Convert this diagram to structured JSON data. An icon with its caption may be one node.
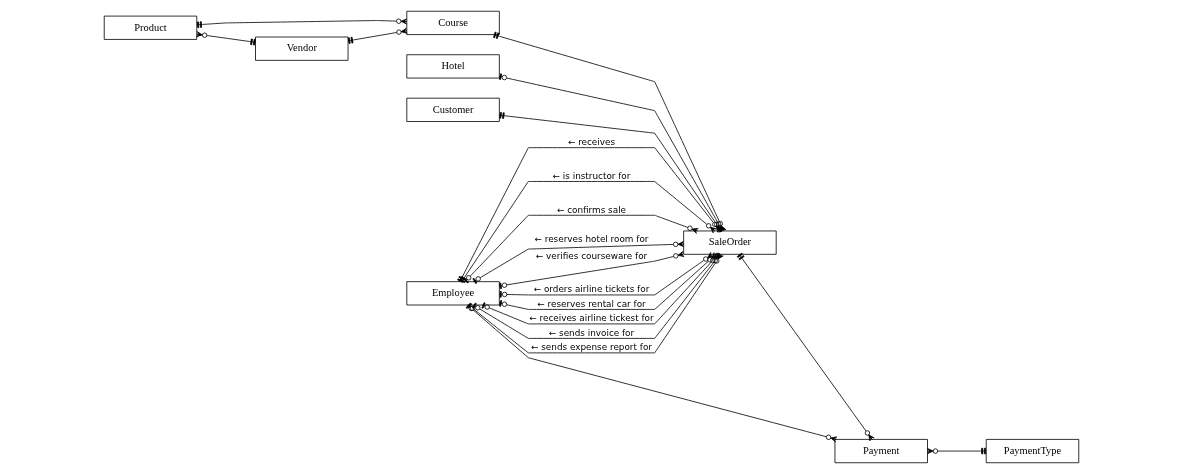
{
  "diagram": {
    "nodes": [
      {
        "text": [
          "Product"
        ]
      },
      {
        "text": [
          "Course"
        ]
      },
      {
        "text": [
          "Hotel"
        ]
      },
      {
        "text": [
          "Customer"
        ]
      },
      {
        "text": [
          "Vendor"
        ]
      },
      {
        "text": [
          "SaleOrder"
        ]
      },
      {
        "text": [
          "Employee"
        ]
      },
      {
        "text": [
          "Payment"
        ]
      },
      {
        "text": [
          "PaymentType"
        ]
      }
    ],
    "edges": [
      {
        "from": 0,
        "to": 1,
        "arrow": "other"
      },
      {
        "from": 0,
        "to": 4,
        "arrow": "other"
      },
      {
        "from": 4,
        "to": 1,
        "arrow": "other"
      },
      {
        "from": 1,
        "to": 5,
        "arrow": "other"
      },
      {
        "from": 2,
        "to": 5,
        "arrow": "other"
      },
      {
        "from": 3,
        "to": 5,
        "arrow": "other"
      },
      {
        "from": 6,
        "to": 5,
        "arrow": "other",
        "label": "← receives"
      },
      {
        "from": 6,
        "to": 5,
        "arrow": "other",
        "label": "← is instructor for"
      },
      {
        "from": 6,
        "to": 5,
        "arrow": "other",
        "label": "← confirms sale"
      },
      {
        "from": 6,
        "to": 5,
        "arrow": "other",
        "label": "← reserves hotel room for"
      },
      {
        "from": 6,
        "to": 5,
        "arrow": "other",
        "label": "← verifies courseware for"
      },
      {
        "from": 6,
        "to": 5,
        "arrow": "other",
        "label": "← orders airline tickets for"
      },
      {
        "from": 6,
        "to": 5,
        "arrow": "other",
        "label": "← reserves rental car for"
      },
      {
        "from": 6,
        "to": 5,
        "arrow": "other",
        "label": "← receives airline tickest for"
      },
      {
        "from": 6,
        "to": 5,
        "arrow": "other",
        "label": "← sends invoice for"
      },
      {
        "from": 6,
        "to": 5,
        "arrow": "other",
        "label": "← sends expense report for"
      },
      {
        "from": 5,
        "to": 7,
        "arrow": "other"
      },
      {
        "from": 6,
        "to": 7,
        "arrow": "other"
      },
      {
        "from": 7,
        "to": 8,
        "arrow": "other"
      }
    ]
  }
}
